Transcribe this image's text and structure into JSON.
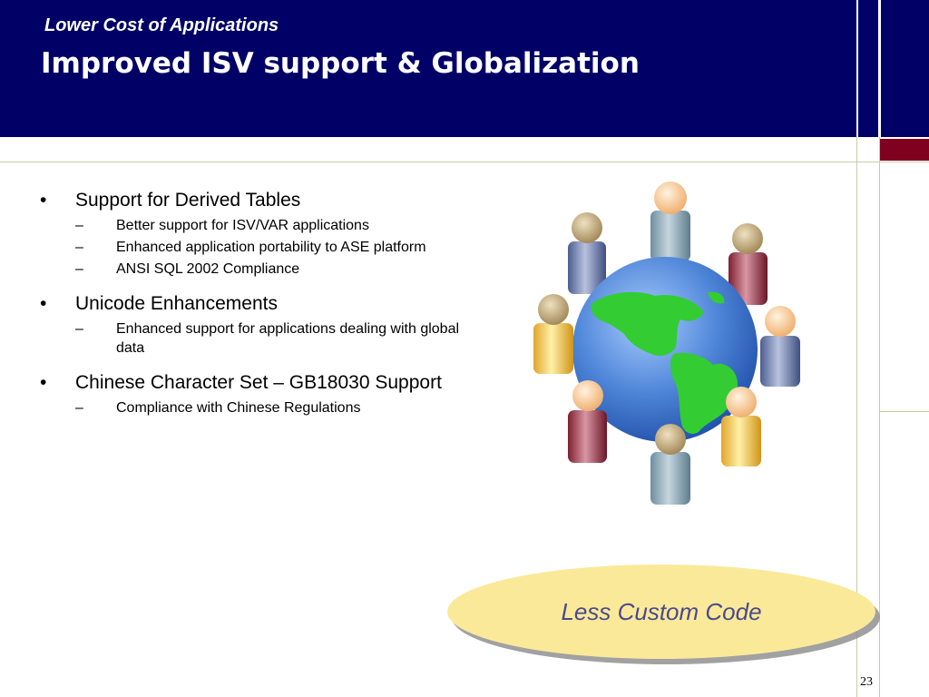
{
  "header": {
    "subtitle": "Lower Cost of Applications",
    "title": "Improved ISV support & Globalization"
  },
  "bullets": [
    {
      "text": "Support for Derived Tables",
      "subs": [
        "Better support for ISV/VAR applications",
        "Enhanced application portability to ASE platform",
        "ANSI SQL 2002 Compliance"
      ]
    },
    {
      "text": "Unicode Enhancements",
      "subs": [
        "Enhanced support for applications dealing with global data"
      ]
    },
    {
      "text": "Chinese Character Set – GB18030 Support",
      "subs": [
        "Compliance with Chinese Regulations"
      ]
    }
  ],
  "symbols": {
    "bullet": "•",
    "dash": "–"
  },
  "callout": {
    "text": "Less Custom Code"
  },
  "page_number": "23",
  "colors": {
    "header_bg": "#000066",
    "accent_maroon": "#800020",
    "callout_fill": "#fbe99a",
    "callout_text": "#4a4a8c",
    "globe": "#4f86d8",
    "land": "#33cc33"
  }
}
